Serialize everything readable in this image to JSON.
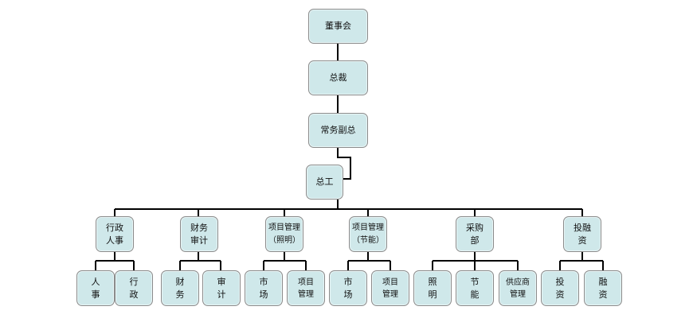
{
  "nodes": {
    "board": "董事会",
    "president": "总裁",
    "executive_vp": "常务副总",
    "chief_engineer": "总工",
    "departments": [
      "行政\n人事",
      "财务\n审计",
      "项目管理\n（照明）",
      "项目管理\n（节能）",
      "采购\n部",
      "投融\n资"
    ],
    "sub_units": [
      "人\n事",
      "行\n政",
      "财\n务",
      "审\n计",
      "市\n场",
      "项目\n管理",
      "市\n场",
      "项目\n管理",
      "照\n明",
      "节\n能",
      "供应商\n管理",
      "投\n资",
      "融\n资"
    ]
  }
}
